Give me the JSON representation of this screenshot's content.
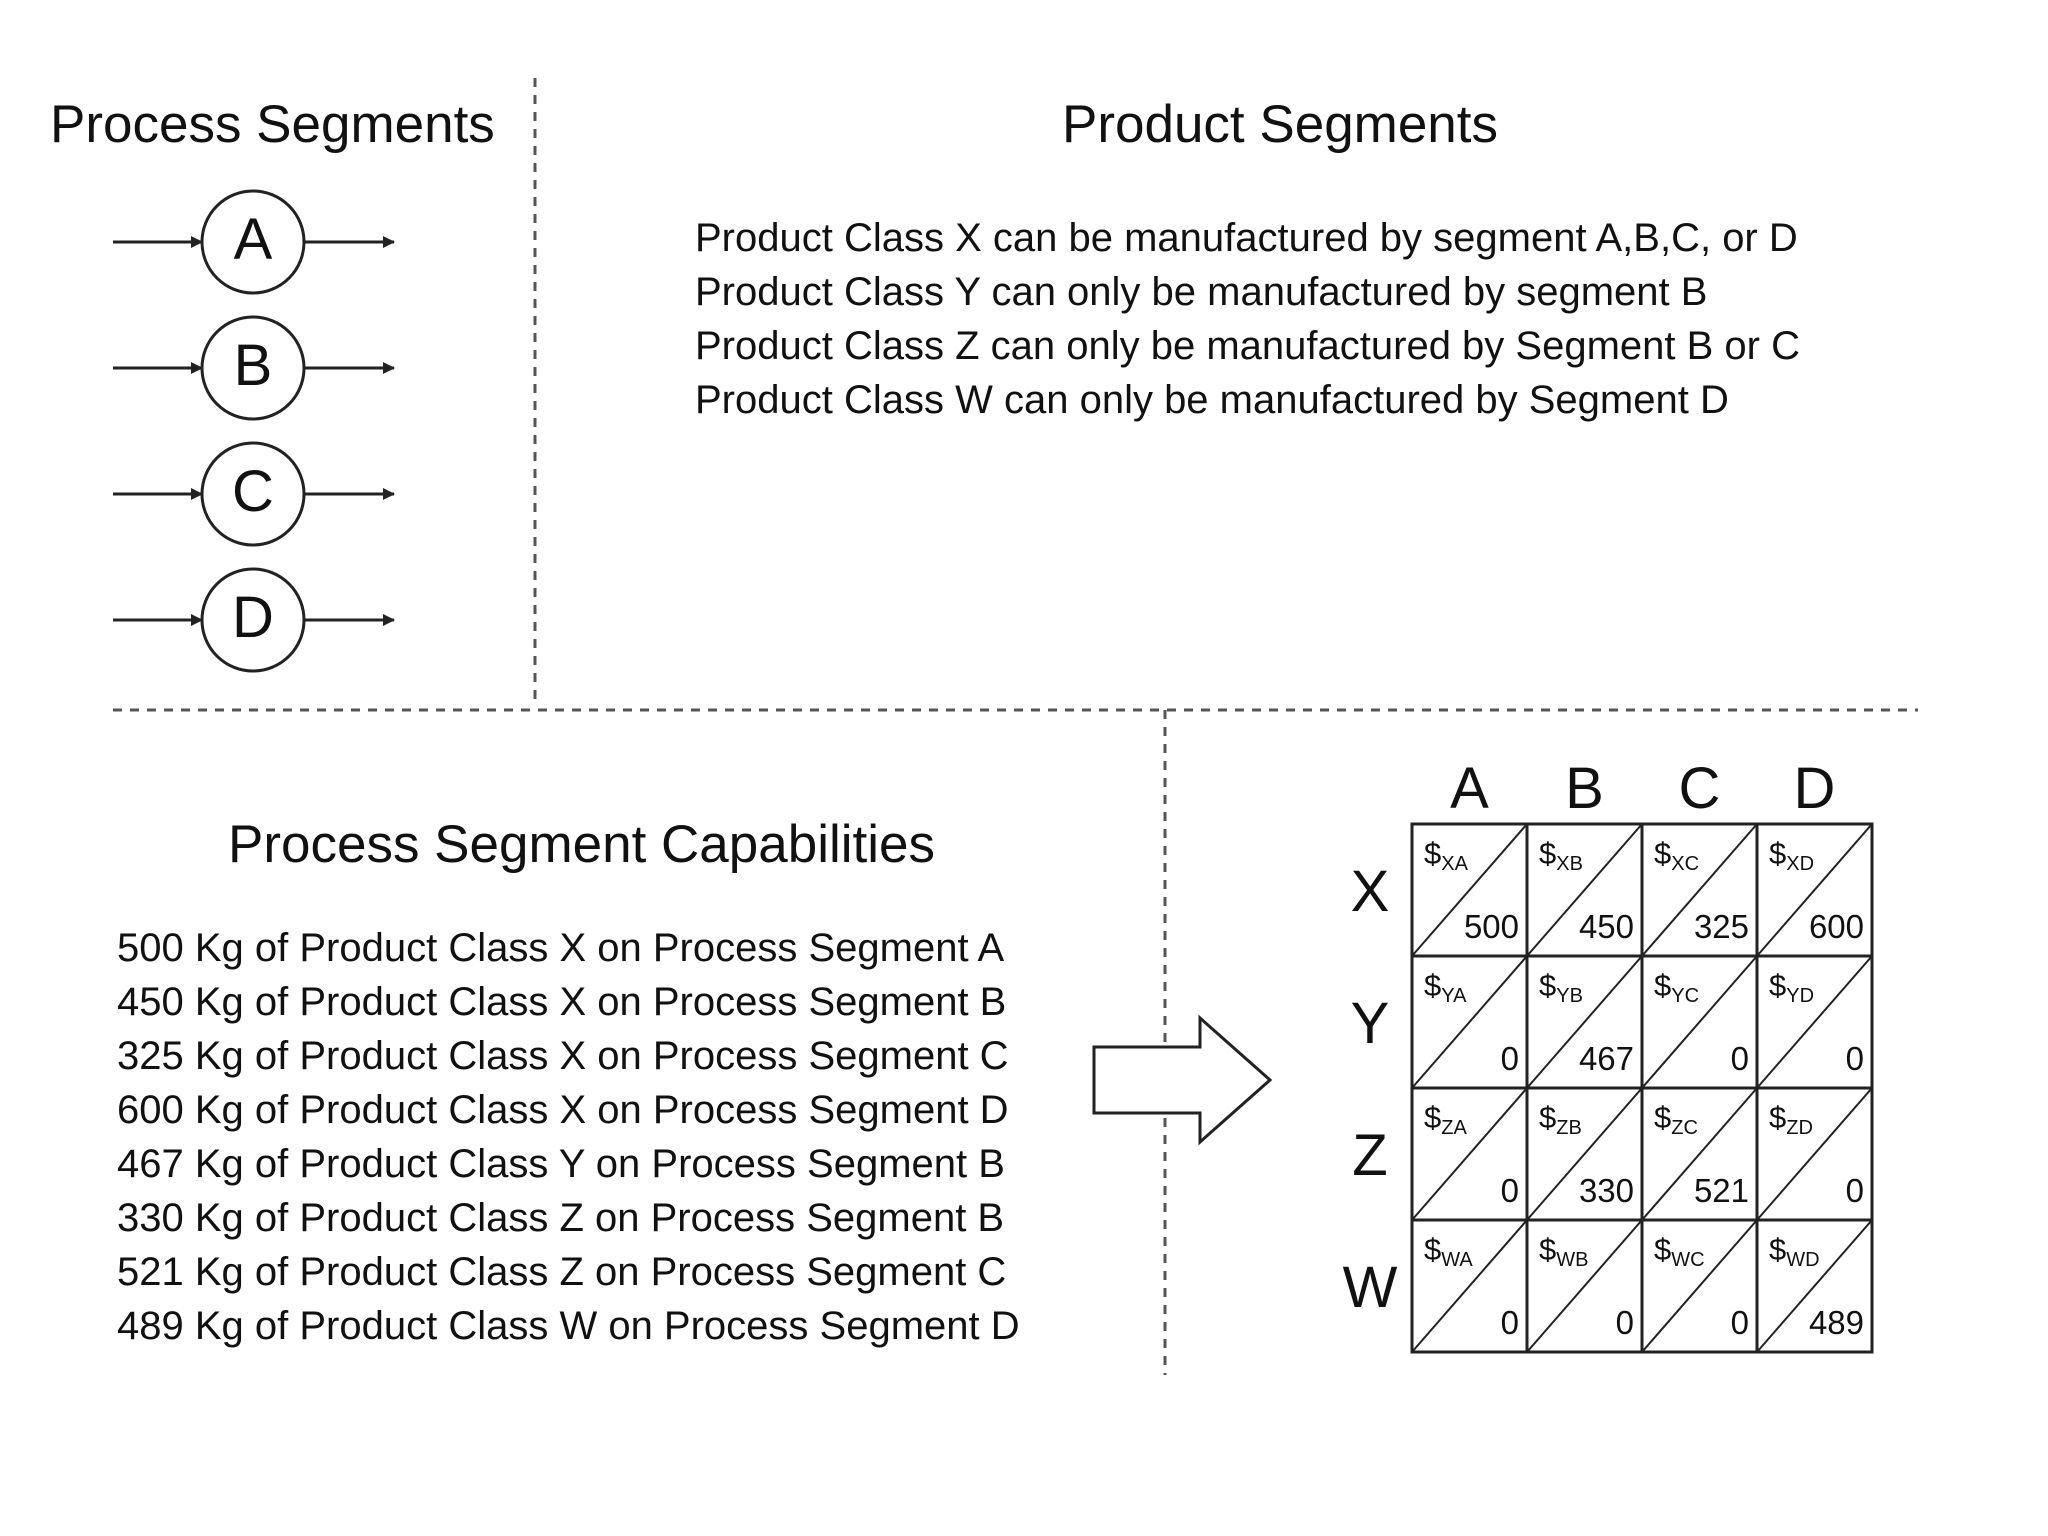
{
  "titles": {
    "process_segments": "Process Segments",
    "product_segments": "Product Segments",
    "capabilities": "Process Segment Capabilities"
  },
  "process_segments": [
    "A",
    "B",
    "C",
    "D"
  ],
  "product_rules": [
    "Product Class X can be manufactured by segment A,B,C, or D",
    "Product Class Y can only be manufactured by segment B",
    "Product Class Z can only be manufactured by Segment B or C",
    "Product Class W can only be manufactured by Segment D"
  ],
  "capabilities": [
    "500 Kg of Product Class X on Process Segment A",
    "450 Kg of Product Class X on Process Segment B",
    "325 Kg of Product Class X on Process Segment C",
    "600 Kg of Product Class X on Process Segment D",
    "467 Kg of Product Class Y on Process Segment B",
    "330 Kg of Product Class Z on Process Segment B",
    "521 Kg of Product Class Z on Process Segment C",
    "489 Kg of Product Class W on Process Segment D"
  ],
  "matrix": {
    "columns": [
      "A",
      "B",
      "C",
      "D"
    ],
    "rows": [
      "X",
      "Y",
      "Z",
      "W"
    ],
    "cells": [
      [
        {
          "cost": "$",
          "sub": "XA",
          "value": "500"
        },
        {
          "cost": "$",
          "sub": "XB",
          "value": "450"
        },
        {
          "cost": "$",
          "sub": "XC",
          "value": "325"
        },
        {
          "cost": "$",
          "sub": "XD",
          "value": "600"
        }
      ],
      [
        {
          "cost": "$",
          "sub": "YA",
          "value": "0"
        },
        {
          "cost": "$",
          "sub": "YB",
          "value": "467"
        },
        {
          "cost": "$",
          "sub": "YC",
          "value": "0"
        },
        {
          "cost": "$",
          "sub": "YD",
          "value": "0"
        }
      ],
      [
        {
          "cost": "$",
          "sub": "ZA",
          "value": "0"
        },
        {
          "cost": "$",
          "sub": "ZB",
          "value": "330"
        },
        {
          "cost": "$",
          "sub": "ZC",
          "value": "521"
        },
        {
          "cost": "$",
          "sub": "ZD",
          "value": "0"
        }
      ],
      [
        {
          "cost": "$",
          "sub": "WA",
          "value": "0"
        },
        {
          "cost": "$",
          "sub": "WB",
          "value": "0"
        },
        {
          "cost": "$",
          "sub": "WC",
          "value": "0"
        },
        {
          "cost": "$",
          "sub": "WD",
          "value": "489"
        }
      ]
    ]
  },
  "colors": {
    "line": "#222222",
    "divider": "#555555",
    "text": "#111111"
  }
}
